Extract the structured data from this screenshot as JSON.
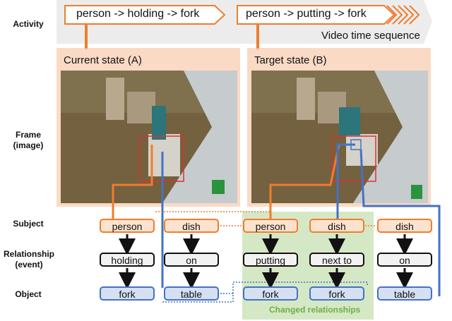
{
  "row_labels": {
    "activity": "Activity",
    "frame": [
      "Frame",
      "(image)"
    ],
    "subject": "Subject",
    "relationship": [
      "Relationship",
      "(event)"
    ],
    "object": "Object"
  },
  "timeline": {
    "activity_a": "person -> holding -> fork",
    "activity_b": "person -> putting -> fork",
    "label": "Video time sequence"
  },
  "panels": {
    "current": "Current state (A)",
    "target": "Target state (B)"
  },
  "graph": {
    "subjects": [
      "person",
      "dish",
      "person",
      "dish",
      "dish"
    ],
    "relationships": [
      "holding",
      "on",
      "putting",
      "next to",
      "on"
    ],
    "objects": [
      "fork",
      "table",
      "fork",
      "fork",
      "table"
    ]
  },
  "changed_label": "Changed relationships",
  "colors": {
    "subject_border": "#f07d2d",
    "subject_fill": "#fde3cf",
    "object_border": "#4472c4",
    "object_fill": "#d6e0f3",
    "relationship_border": "#111111",
    "relationship_fill": "#f2f2f2",
    "changed_highlight": "#d5e8c6",
    "changed_text": "#70ad47",
    "bbox": "#e03030",
    "panel_background": "#f8cbad"
  }
}
